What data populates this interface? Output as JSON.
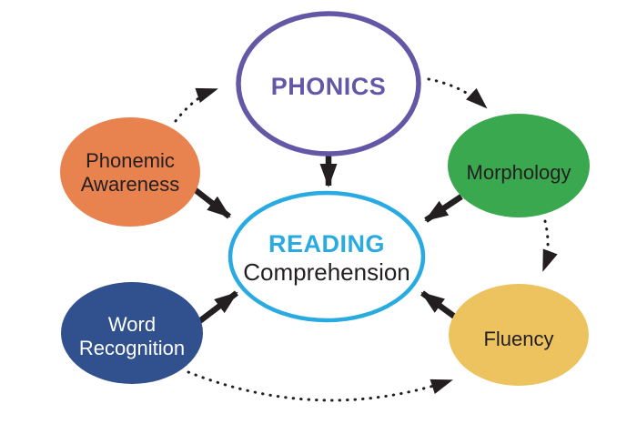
{
  "diagram": {
    "description": "Concept map of reading comprehension components",
    "nodes": {
      "phonics": {
        "label": "PHONICS"
      },
      "reading": {
        "title": "READING",
        "subtitle": "Comprehension"
      },
      "phonemic_awareness": {
        "line1": "Phonemic",
        "line2": "Awareness"
      },
      "morphology": {
        "label": "Morphology"
      },
      "word_recognition": {
        "line1": "Word",
        "line2": "Recognition"
      },
      "fluency": {
        "label": "Fluency"
      }
    },
    "edges": {
      "solid_to_center": [
        "phonics -> reading",
        "phonemic_awareness -> reading",
        "morphology -> reading",
        "word_recognition -> reading",
        "fluency -> reading"
      ],
      "dotted": [
        "phonemic_awareness -> phonics",
        "phonics -> morphology",
        "morphology -> fluency",
        "word_recognition -> fluency"
      ]
    }
  },
  "colors": {
    "background": "#ffffff",
    "purple": "#6458A6",
    "cyan": "#29ABE2",
    "orange": "#E8824F",
    "green": "#39A84E",
    "navy": "#31508E",
    "yellow": "#ECC35F",
    "arrow": "#231F20",
    "text_dark": "#231F20",
    "text_light": "#FFFFFF",
    "ellipse_fill_white": "#FFFFFF"
  }
}
